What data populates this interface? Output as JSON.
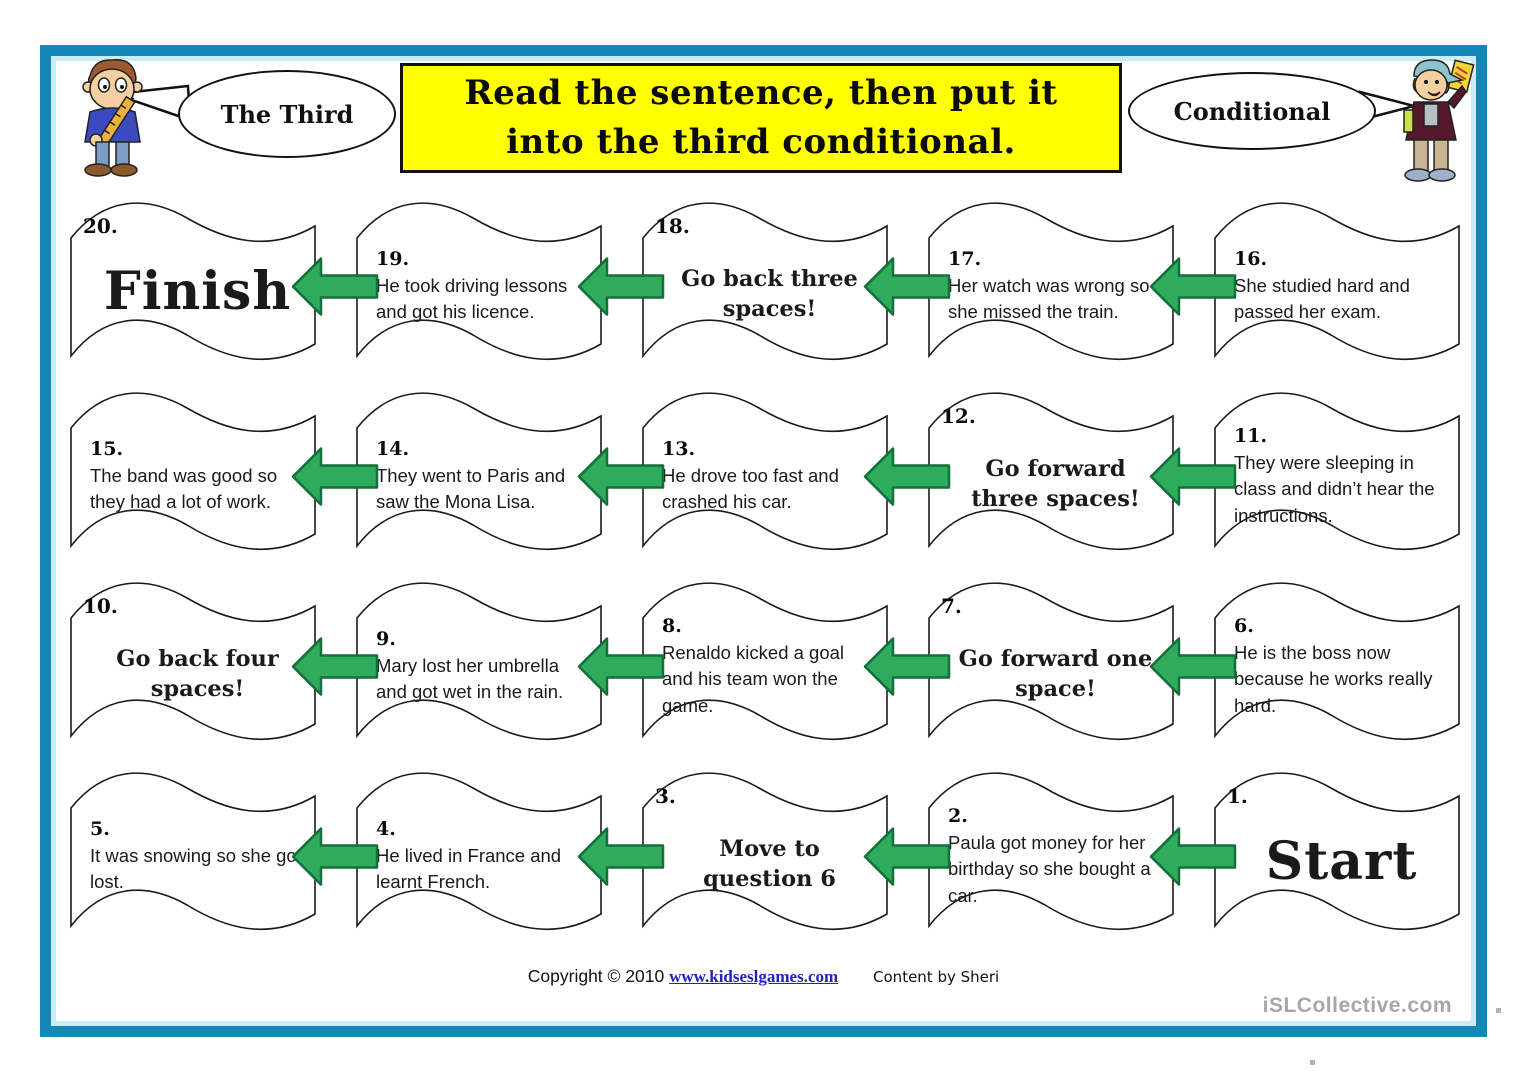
{
  "header": {
    "speech_left": "The Third",
    "speech_right": "Conditional",
    "title_line1": "Read the sentence, then put it",
    "title_line2": "into the third conditional."
  },
  "board": {
    "cells": [
      {
        "num": "20.",
        "style": "big",
        "text": "Finish"
      },
      {
        "num": "19.",
        "style": "sentence",
        "text": "He took driving lessons and got his licence."
      },
      {
        "num": "18.",
        "style": "command",
        "text": "Go back three spaces!"
      },
      {
        "num": "17.",
        "style": "sentence",
        "text": "Her watch was wrong so she missed the train."
      },
      {
        "num": "16.",
        "style": "sentence",
        "text": "She studied hard and passed her exam."
      },
      {
        "num": "15.",
        "style": "sentence",
        "text": "The band was good so they had a lot of work."
      },
      {
        "num": "14.",
        "style": "sentence",
        "text": "They went to Paris and saw the Mona Lisa."
      },
      {
        "num": "13.",
        "style": "sentence",
        "text": "He drove too fast and crashed his car."
      },
      {
        "num": "12.",
        "style": "command",
        "text": "Go forward three spaces!"
      },
      {
        "num": "11.",
        "style": "sentence",
        "text": "They were sleeping in class and didn’t hear the instructions."
      },
      {
        "num": "10.",
        "style": "command",
        "text": "Go back four spaces!"
      },
      {
        "num": "9.",
        "style": "sentence",
        "text": "Mary lost her umbrella and got wet in the rain."
      },
      {
        "num": "8.",
        "style": "sentence",
        "text": "Renaldo kicked a goal and his team won the game."
      },
      {
        "num": "7.",
        "style": "command",
        "text": "Go forward one space!"
      },
      {
        "num": "6.",
        "style": "sentence",
        "text": "He is the boss now because he works really hard."
      },
      {
        "num": "5.",
        "style": "sentence",
        "text": "It was snowing so she got lost."
      },
      {
        "num": "4.",
        "style": "sentence",
        "text": "He lived in France and learnt French."
      },
      {
        "num": "3.",
        "style": "command",
        "text": "Move to question 6"
      },
      {
        "num": "2.",
        "style": "sentence",
        "text": "Paula got money for her birthday so she bought a car."
      },
      {
        "num": "1.",
        "style": "big",
        "text": "Start"
      }
    ]
  },
  "footer": {
    "copyright": "Copyright © 2010",
    "link": "www.kidseslgames.com",
    "credit": "Content by Sheri"
  },
  "watermark": "iSLCollective.com",
  "colors": {
    "frame": "#1487b7",
    "frame_inner": "#c9ecf7",
    "arrow": "#2fab5c",
    "arrow_border": "#156f3c",
    "title_bg": "#ffff00"
  }
}
